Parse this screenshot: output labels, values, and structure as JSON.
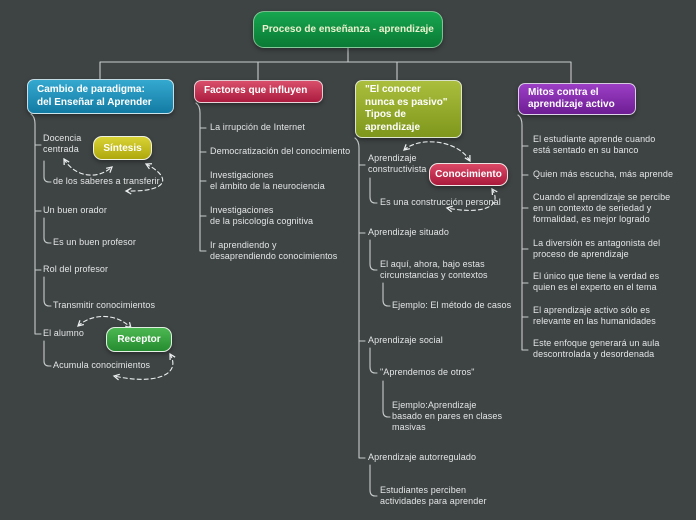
{
  "root": {
    "label": "Proceso de enseñanza - aprendizaje"
  },
  "branches": [
    {
      "label": "Cambio de paradigma:\ndel Enseñar al Aprender",
      "items": [
        {
          "text": "Docencia\ncentrada"
        },
        {
          "text": "de los saberes a transferir"
        },
        {
          "text": "Un buen orador"
        },
        {
          "text": "Es un buen profesor"
        },
        {
          "text": "Rol del profesor"
        },
        {
          "text": "Transmitir conocimientos"
        },
        {
          "text": "El alumno"
        },
        {
          "text": "Acumula conocimientos"
        }
      ]
    },
    {
      "label": "Factores que influyen",
      "items": [
        {
          "text": "La irrupción de Internet"
        },
        {
          "text": "Democratización del conocimiento"
        },
        {
          "text": "Investigaciones\nel ámbito de la neurociencia"
        },
        {
          "text": "Investigaciones\nde la psicología cognitiva"
        },
        {
          "text": "Ir aprendiendo y\ndesaprendiendo conocimientos"
        }
      ]
    },
    {
      "label": "\"El conocer\nnunca es pasivo\"\nTipos de\naprendizaje",
      "items": [
        {
          "text": "Aprendizaje\nconstructivista"
        },
        {
          "text": "Es una construcción personal"
        },
        {
          "text": "Aprendizaje situado"
        },
        {
          "text": "El aquí, ahora, bajo estas\ncircunstancias y contextos"
        },
        {
          "text": "Ejemplo: El método de casos"
        },
        {
          "text": "Aprendizaje social"
        },
        {
          "text": "\"Aprendemos de otros\""
        },
        {
          "text": "Ejemplo:Aprendizaje\nbasado en pares en clases\nmasivas"
        },
        {
          "text": "Aprendizaje autorregulado"
        },
        {
          "text": "Estudiantes perciben\nactividades para aprender"
        }
      ]
    },
    {
      "label": "Mitos contra el\naprendizaje activo",
      "items": [
        {
          "text": "El estudiante aprende cuando\nestá sentado en su banco"
        },
        {
          "text": "Quien más escucha, más aprende"
        },
        {
          "text": "Cuando el aprendizaje se percibe\nen un contexto de seriedad y\nformalidad, es mejor logrado"
        },
        {
          "text": "La diversión es antagonista del\nproceso de aprendizaje"
        },
        {
          "text": "El único que tiene la verdad es\nquien es el experto en el tema"
        },
        {
          "text": "El aprendizaje activo sólo es\nrelevante en las humanidades"
        },
        {
          "text": "Este enfoque generará un aula\ndescontrolada y desordenada"
        }
      ]
    }
  ],
  "callouts": [
    {
      "label": "Síntesis"
    },
    {
      "label": "Receptor"
    },
    {
      "label": "Conocimiento"
    }
  ],
  "colors": {
    "background": "#3e4343",
    "root_green": "#0f9a43",
    "branch_paradigma_teal": "#1e94bd",
    "branch_factores_red": "#c22950",
    "branch_tipos_olive": "#95aa28",
    "branch_mitos_purple": "#8a2cb5",
    "callout_sintesis_yellow": "#c6c01a",
    "callout_receptor_green": "#34a23f",
    "callout_conocimiento_red": "#c52448",
    "connector_line": "#d7dbdb",
    "item_text": "#e4e6e6"
  }
}
